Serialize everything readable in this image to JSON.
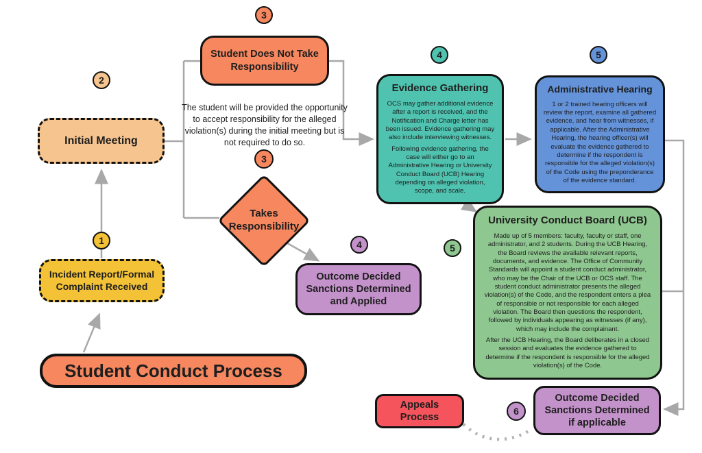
{
  "diagram": {
    "title": "Student Conduct Process",
    "note": "The student will be provided the opportunity to accept responsibility for the alleged violation(s) during the initial meeting but is not required to do so.",
    "nodes": {
      "incident": {
        "badge": "1",
        "label": "Incident Report/Formal Complaint Received",
        "color": "#F3C236"
      },
      "initial_meeting": {
        "badge": "2",
        "label": "Initial Meeting",
        "color": "#F6C48E"
      },
      "not_responsible": {
        "badge": "3",
        "label": "Student Does Not Take Responsibility",
        "color": "#F6875F"
      },
      "takes_responsibility": {
        "badge": "3",
        "label": "Takes Responsibility",
        "color": "#F6875F"
      },
      "outcome_applied": {
        "badge": "4",
        "label": "Outcome Decided Sanctions Determined and Applied",
        "color": "#C492CB"
      },
      "evidence": {
        "badge": "4",
        "title": "Evidence Gathering",
        "paragraphs": [
          "OCS may gather additional evidence after a report is received, and the Notification and Charge letter has been issued. Evidence gathering may also include interviewing witnesses.",
          "Following evidence gathering, the case will either go to an Administrative Hearing or University Conduct Board (UCB) Hearing depending on alleged violation, scope, and scale."
        ],
        "color": "#4FC3B0"
      },
      "admin_hearing": {
        "badge": "5",
        "title": "Administrative Hearing",
        "paragraphs": [
          "1 or 2 trained hearing officers will review the report, examine all gathered evidence, and hear from witnesses, if applicable. After the Administrative Hearing, the hearing officer(s) will evaluate the evidence gathered to determine if the respondent is responsible for the alleged violation(s) of the Code using the preponderance of the evidence standard."
        ],
        "color": "#6493DA"
      },
      "ucb": {
        "badge": "5",
        "title": "University Conduct Board (UCB)",
        "paragraphs": [
          "Made up of 5 members: faculty, faculty or staff, one administrator, and 2 students. During the UCB Hearing, the Board reviews the available relevant reports, documents, and evidence. The Office of Community Standards will appoint a student conduct administrator, who may be the Chair of the UCB or OCS staff. The student conduct administrator presents the alleged violation(s) of the Code, and the respondent enters a plea of responsible or not responsible for each alleged violation. The Board then questions the respondent, followed by individuals appearing as witnesses (if any), which may include the complainant.",
          "After the UCB Hearing, the Board deliberates in a closed session and evaluates the evidence gathered to determine if the respondent is responsible for the alleged violation(s) of the Code."
        ],
        "color": "#8EC78F"
      },
      "outcome_conditional": {
        "badge": "6",
        "label": "Outcome Decided Sanctions Determined if applicable",
        "color": "#C492CB"
      },
      "appeals": {
        "label": "Appeals Process",
        "color": "#F5545C"
      }
    },
    "connector_color": "#A8A8A8"
  }
}
